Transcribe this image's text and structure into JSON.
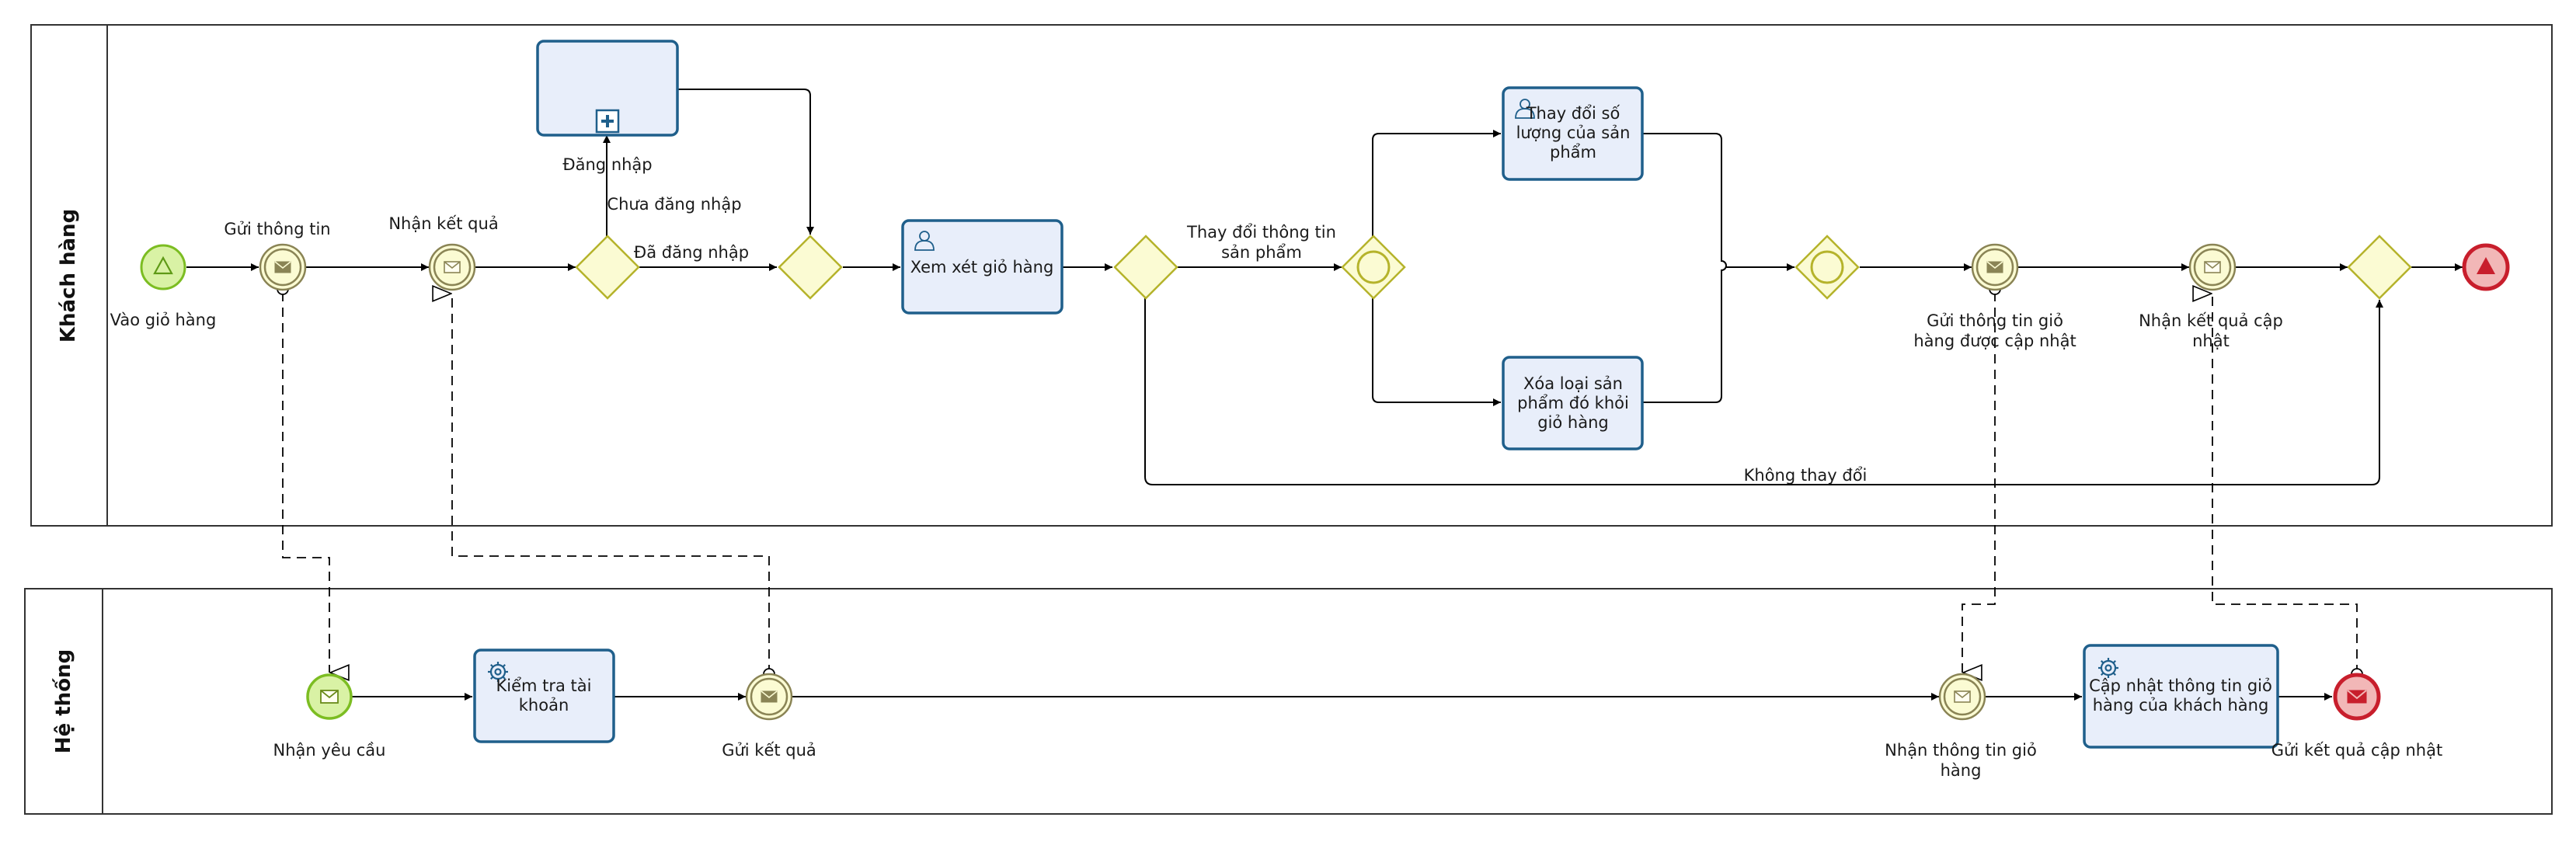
{
  "pools": {
    "customer": "Khách hàng",
    "system": "Hệ thống"
  },
  "events": {
    "cart_start": "Vào giỏ hàng",
    "send_info": "Gửi thông tin",
    "receive_result": "Nhận kết quả",
    "send_updated_cart": [
      "Gửi thông tin giỏ",
      "hàng được cập nhật"
    ],
    "receive_update_result": [
      "Nhận kết quả cập",
      "nhật"
    ],
    "receive_request": "Nhận yêu cầu",
    "send_result": "Gửi kết quả",
    "receive_cart_info": [
      "Nhận thông tin giỏ",
      "hàng"
    ],
    "send_update_result": "Gửi kết quả cập nhật"
  },
  "tasks": {
    "login": "Đăng nhập",
    "review_cart": "Xem xét giỏ hàng",
    "change_quantity": [
      "Thay đổi số",
      "lượng của sản",
      "phẩm"
    ],
    "remove_product": [
      "Xóa loại sản",
      "phẩm đó khỏi",
      "giỏ hàng"
    ],
    "check_account": [
      "Kiểm tra tài",
      "khoản"
    ],
    "update_cart": [
      "Cập nhật thông tin giỏ",
      "hàng của khách hàng"
    ]
  },
  "flows": {
    "not_logged_in": "Chưa đăng nhập",
    "logged_in": "Đã đăng nhập",
    "change_product_info": [
      "Thay đổi thông tin",
      "sản phẩm"
    ],
    "no_change": "Không thay đổi"
  },
  "colors": {
    "task_fill": "#e8eefa",
    "task_stroke": "#1f5f8b",
    "gateway_fill": "#fbfbd3",
    "gateway_stroke": "#b5b32b",
    "start_fill": "#d9f2a5",
    "start_stroke": "#7cbd22",
    "end_fill": "#f2b7b7",
    "end_stroke": "#c81e2c",
    "message_icon": "#8a8455"
  },
  "icons": {
    "user_task": "user-icon",
    "service_task": "gear-icon",
    "subprocess": "plus-square-icon",
    "message": "envelope-icon",
    "start": "triangle-icon",
    "end": "triangle-icon"
  }
}
